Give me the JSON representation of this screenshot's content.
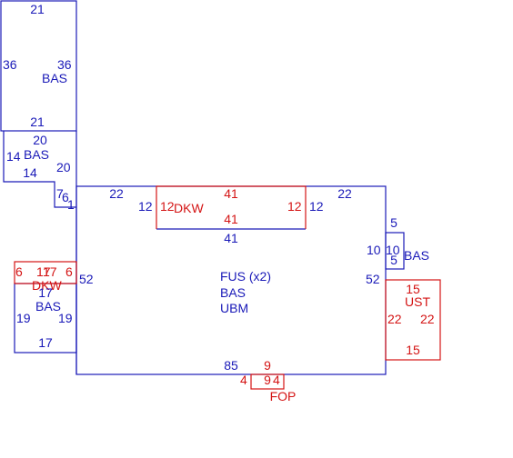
{
  "colors": {
    "blue": "#1a1ab8",
    "red": "#d41414"
  },
  "labels": {
    "top_bas": {
      "top": "21",
      "left": "36",
      "right": "36",
      "code": "BAS",
      "bottom": "21"
    },
    "small_bas": {
      "top": "20",
      "left": "14",
      "code": "BAS",
      "right": "20",
      "bottom": "14"
    },
    "step": {
      "a": "7",
      "b": "6",
      "c": "1"
    },
    "main": {
      "top_left": "22",
      "top_right": "22",
      "left_inner": "12",
      "right_inner": "12",
      "under_dkw": "41",
      "left": "52",
      "right": "52",
      "bottom": "85",
      "line1": "FUS (x2)",
      "line2": "BAS",
      "line3": "UBM"
    },
    "dkw_top": {
      "code": "DKW",
      "top": "41",
      "bottom": "41",
      "left": "12",
      "right": "12"
    },
    "right_bas": {
      "top": "5",
      "left": "10",
      "right": "10",
      "bottom": "5",
      "code": "BAS"
    },
    "ust": {
      "code": "UST",
      "top": "15",
      "bottom": "15",
      "left": "22",
      "right": "22"
    },
    "dkw_left": {
      "code": "DKW",
      "left": "6",
      "top": "17",
      "top2": "17",
      "right": "6"
    },
    "left_bas": {
      "top": "17",
      "left": "19",
      "right": "19",
      "code": "BAS",
      "bottom": "17"
    },
    "fop": {
      "code": "FOP",
      "top": "9",
      "inner": "9",
      "left": "4",
      "right": "4"
    }
  }
}
